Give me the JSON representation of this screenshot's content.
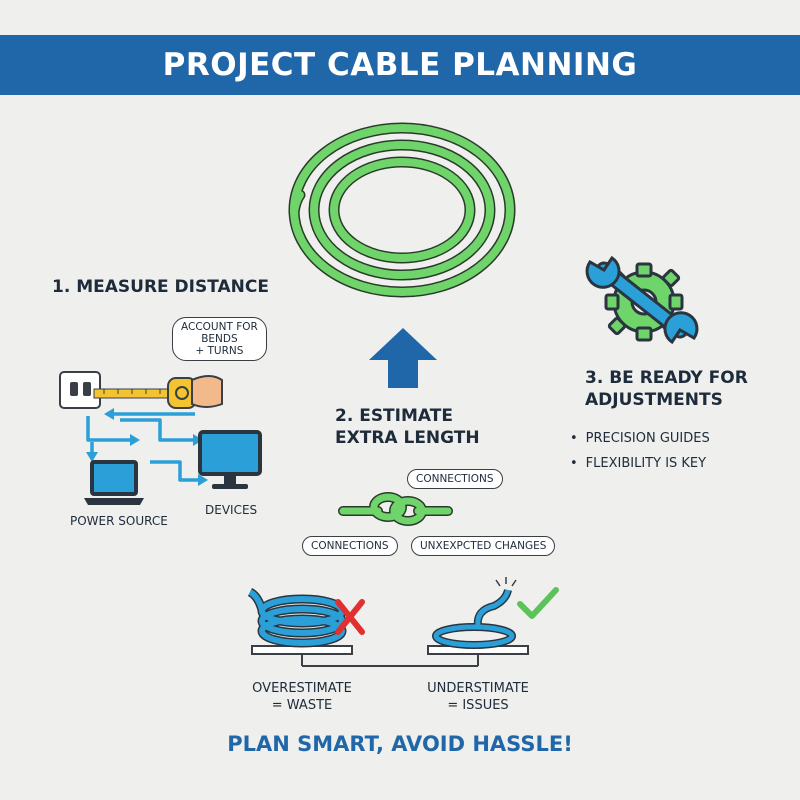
{
  "title": "PROJECT CABLE PLANNING",
  "step1": {
    "heading": "1. MEASURE DISTANCE",
    "bubble": "ACCOUNT FOR\nBENDS\n+ TURNS",
    "power_label": "POWER SOURCE",
    "devices_label": "DEVICES"
  },
  "step2": {
    "heading": "2. ESTIMATE\nEXTRA LENGTH",
    "bubble_connections_top": "CONNECTIONS",
    "bubble_connections_left": "CONNECTIONS",
    "bubble_unexpected": "UNXEXPCTED CHANGES"
  },
  "step3": {
    "heading": "3. BE READY FOR\nADJUSTMENTS",
    "bullets": [
      "PRECISION GUIDES",
      "FLEXIBILITY IS KEY"
    ]
  },
  "comparison": {
    "left": "OVERESTIMATE\n= WASTE",
    "right": "UNDERSTIMATE\n= ISSUES"
  },
  "footer": "PLAN SMART, AVOID HASSLE!",
  "colors": {
    "banner": "#1f67a8",
    "cable_green": "#6fd46a",
    "accent_blue": "#2a9fd8",
    "arrow_blue": "#1f67a8",
    "error_red": "#e03030",
    "check_green": "#5cc25a"
  }
}
